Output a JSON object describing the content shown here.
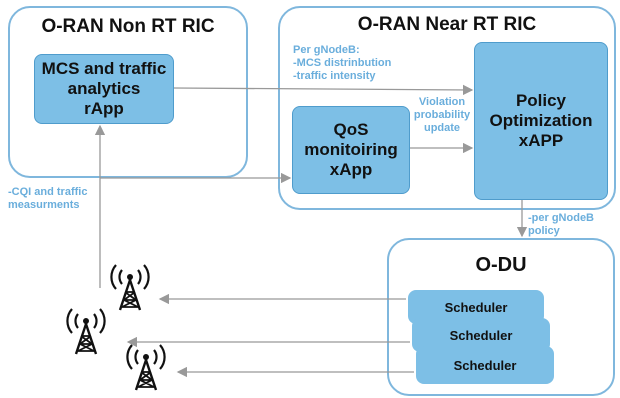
{
  "non_rt_ric": {
    "title": "O-RAN Non RT RIC",
    "rapp": "MCS and traffic\nanalytics\nrApp"
  },
  "near_rt_ric": {
    "title": "O-RAN Near RT RIC",
    "qos_xapp": "QoS\nmonitoiring\nxApp",
    "policy_xapp": "Policy\nOptimization\nxAPP"
  },
  "odu": {
    "title": "O-DU",
    "schedulers": [
      "Scheduler",
      "Scheduler",
      "Scheduler"
    ]
  },
  "annotations": {
    "per_gnodeb": "Per gNodeB:\n-MCS distrinbution\n-traffic intensity",
    "violation": "Violation\nprobability\nupdate",
    "cqi": "-CQI and traffic\nmeasurments",
    "policy": "-per gNodeB\npolicy"
  },
  "icons": [
    "cell-tower-icon",
    "cell-tower-icon",
    "cell-tower-icon"
  ],
  "colors": {
    "panel_border": "#7fb7dd",
    "box_fill": "#7dbfe6",
    "annotation_text": "#6aaedc",
    "arrow": "#999999"
  }
}
